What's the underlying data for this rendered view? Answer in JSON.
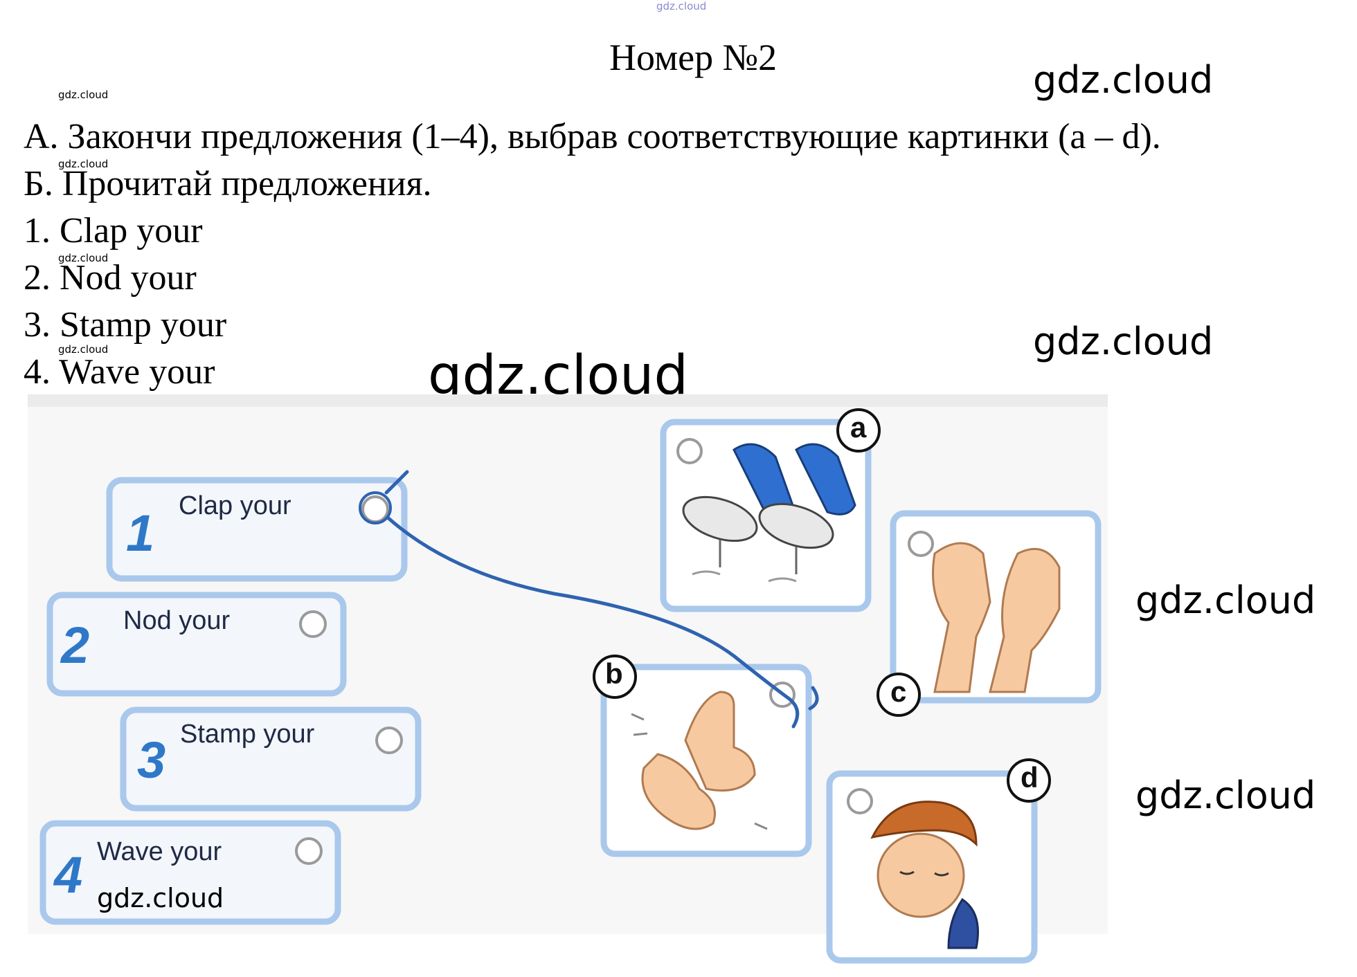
{
  "watermark": "gdz.cloud",
  "title": "Номер №2",
  "instructions": {
    "a": "А. Закончи предложения (1–4), выбрав соответствующие картинки (a – d).",
    "b": "Б. Прочитай предложения."
  },
  "sentences": [
    "1. Clap your",
    "2. Nod your",
    "3. Stamp your",
    "4. Wave your"
  ],
  "cards": [
    {
      "number": "1",
      "text": "Clap your"
    },
    {
      "number": "2",
      "text": "Nod your"
    },
    {
      "number": "3",
      "text": "Stamp your"
    },
    {
      "number": "4",
      "text": "Wave your"
    }
  ],
  "picture_labels": [
    "a",
    "b",
    "c",
    "d"
  ],
  "picture_icons": [
    "stamping-feet-icon",
    "waving-hands-icon",
    "clapping-hands-icon",
    "nodding-head-icon"
  ],
  "colors": {
    "card_border": "#a9c8ec",
    "card_fill": "#f3f6fb",
    "number": "#2f78c8",
    "line": "#2f63b0"
  }
}
